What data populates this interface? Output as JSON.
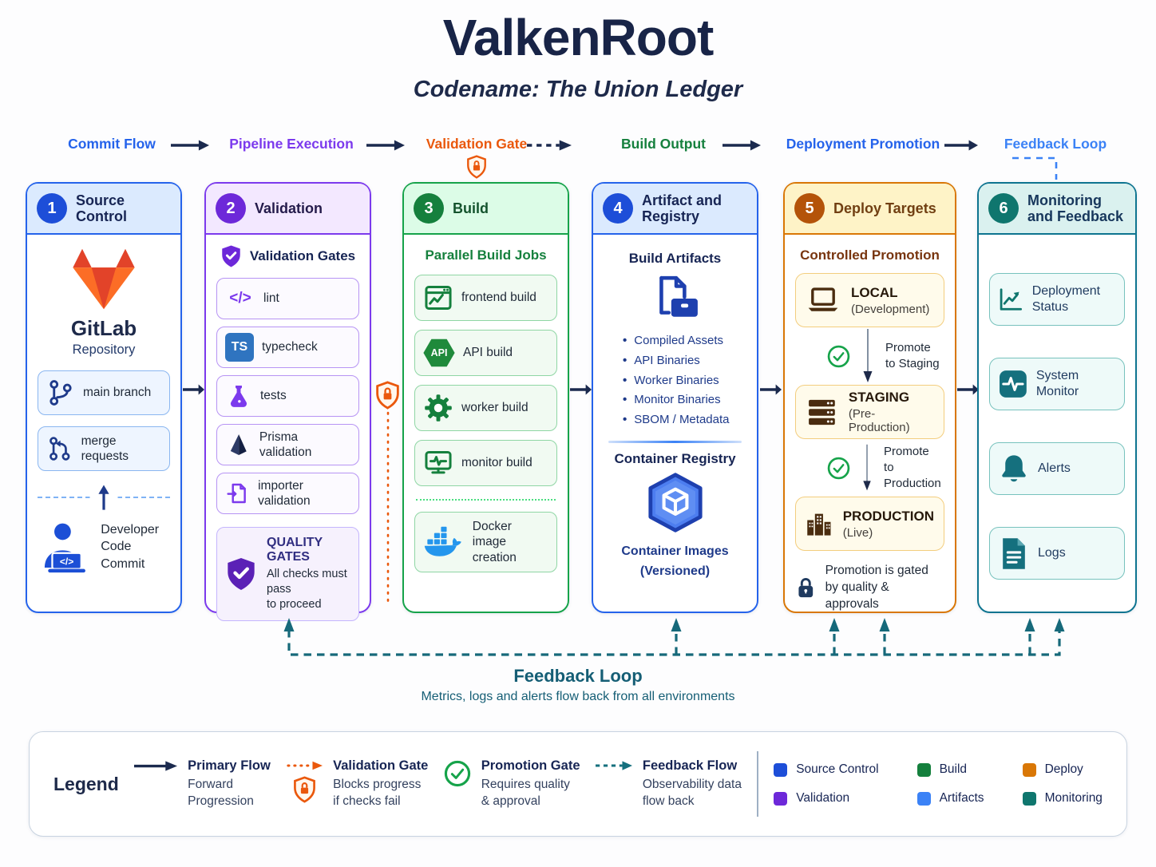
{
  "header": {
    "title": "ValkenRoot",
    "subtitle": "Codename: The Union Ledger"
  },
  "flow": {
    "steps": [
      {
        "label": "Commit Flow"
      },
      {
        "label": "Pipeline Execution"
      },
      {
        "label": "Validation Gate"
      },
      {
        "label": "Build Output"
      },
      {
        "label": "Deployment Promotion"
      },
      {
        "label": "Feedback Loop"
      }
    ]
  },
  "badges": {
    "lint": "</>",
    "typescript": "TS",
    "api": "API",
    "laptop_code": "</>"
  },
  "columns": {
    "source_control": {
      "number": "1",
      "title": "Source Control",
      "logo_title": "GitLab",
      "logo_subtitle": "Repository",
      "items": [
        {
          "label": "main branch"
        },
        {
          "label": "merge requests"
        }
      ],
      "footer_line1": "Developer",
      "footer_line2": "Code Commit"
    },
    "validation": {
      "number": "2",
      "title": "Validation",
      "section_title": "Validation Gates",
      "items": [
        {
          "label": "lint"
        },
        {
          "label": "typecheck"
        },
        {
          "label": "tests"
        },
        {
          "label": "Prisma validation"
        },
        {
          "label": "importer validation"
        }
      ],
      "gate_title": "QUALITY GATES",
      "gate_desc_line1": "All checks must pass",
      "gate_desc_line2": "to proceed"
    },
    "build": {
      "number": "3",
      "title": "Build",
      "section_title": "Parallel Build Jobs",
      "items": [
        {
          "label": "frontend build"
        },
        {
          "label": "API build"
        },
        {
          "label": "worker build"
        },
        {
          "label": "monitor build"
        }
      ],
      "docker_line1": "Docker image",
      "docker_line2": "creation"
    },
    "artifacts": {
      "number": "4",
      "title": "Artifact and Registry",
      "section_title": "Build Artifacts",
      "bullets": [
        {
          "label": "Compiled Assets"
        },
        {
          "label": "API Binaries"
        },
        {
          "label": "Worker Binaries"
        },
        {
          "label": "Monitor Binaries"
        },
        {
          "label": "SBOM / Metadata"
        }
      ],
      "registry_title": "Container Registry",
      "registry_caption_line1": "Container Images",
      "registry_caption_line2": "(Versioned)"
    },
    "deploy": {
      "number": "5",
      "title": "Deploy Targets",
      "section_title": "Controlled Promotion",
      "environments": [
        {
          "name": "LOCAL",
          "subtitle": "(Development)"
        },
        {
          "name": "STAGING",
          "subtitle": "(Pre-Production)"
        },
        {
          "name": "PRODUCTION",
          "subtitle": "(Live)"
        }
      ],
      "promotions": [
        {
          "line1": "Promote",
          "line2": "to Staging"
        },
        {
          "line1": "Promote",
          "line2": "to Production"
        }
      ],
      "footer_line1": "Promotion is gated",
      "footer_line2": "by quality & approvals"
    },
    "monitoring": {
      "number": "6",
      "title": "Monitoring and Feedback",
      "items": [
        {
          "label": "Deployment Status"
        },
        {
          "label": "System Monitor"
        },
        {
          "label": "Alerts"
        },
        {
          "label": "Logs"
        }
      ]
    }
  },
  "feedback": {
    "title": "Feedback Loop",
    "subtitle": "Metrics, logs and alerts flow back from all environments"
  },
  "legend": {
    "title": "Legend",
    "entries": [
      {
        "label": "Primary Flow",
        "desc_line1": "Forward",
        "desc_line2": "Progression"
      },
      {
        "label": "Validation Gate",
        "desc_line1": "Blocks progress",
        "desc_line2": "if checks fail"
      },
      {
        "label": "Promotion Gate",
        "desc_line1": "Requires quality",
        "desc_line2": "& approval"
      },
      {
        "label": "Feedback Flow",
        "desc_line1": "Observability data",
        "desc_line2": "flow back"
      }
    ],
    "swatches": [
      {
        "label": "Source Control",
        "color": "#1d4ed8"
      },
      {
        "label": "Build",
        "color": "#15803d"
      },
      {
        "label": "Deploy",
        "color": "#d97706"
      },
      {
        "label": "Validation",
        "color": "#6d28d9"
      },
      {
        "label": "Artifacts",
        "color": "#3b82f6"
      },
      {
        "label": "Monitoring",
        "color": "#0f766e"
      }
    ]
  },
  "colors": {
    "gate_orange": "#ea580c",
    "feedback_teal": "#155e75",
    "primary_arrow_navy": "#1b2a4e",
    "title_navy": "#182447"
  }
}
